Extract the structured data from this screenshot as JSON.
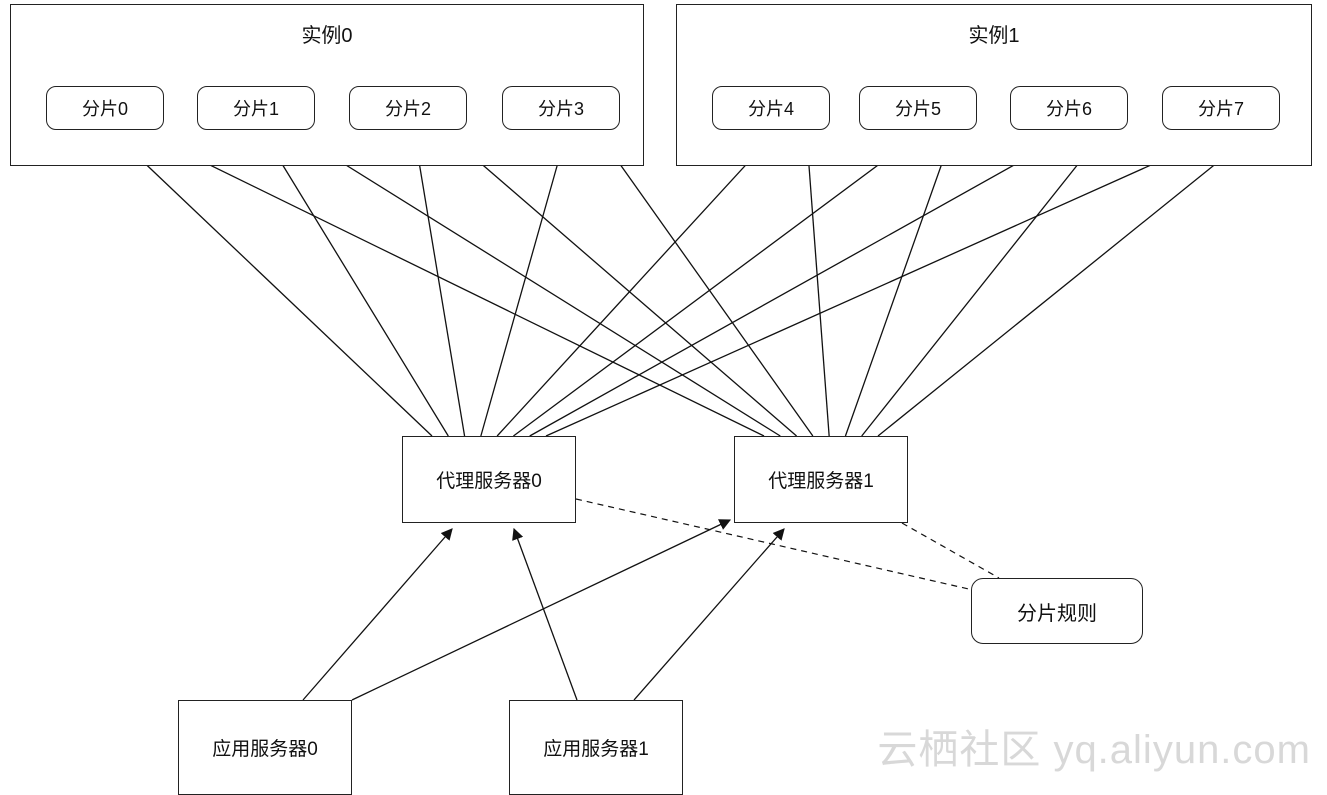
{
  "instances": [
    {
      "title": "实例0",
      "shards": [
        "分片0",
        "分片1",
        "分片2",
        "分片3"
      ]
    },
    {
      "title": "实例1",
      "shards": [
        "分片4",
        "分片5",
        "分片6",
        "分片7"
      ]
    }
  ],
  "proxies": [
    "代理服务器0",
    "代理服务器1"
  ],
  "apps": [
    "应用服务器0",
    "应用服务器1"
  ],
  "rule": "分片规则",
  "watermark": "云栖社区 yq.aliyun.com"
}
